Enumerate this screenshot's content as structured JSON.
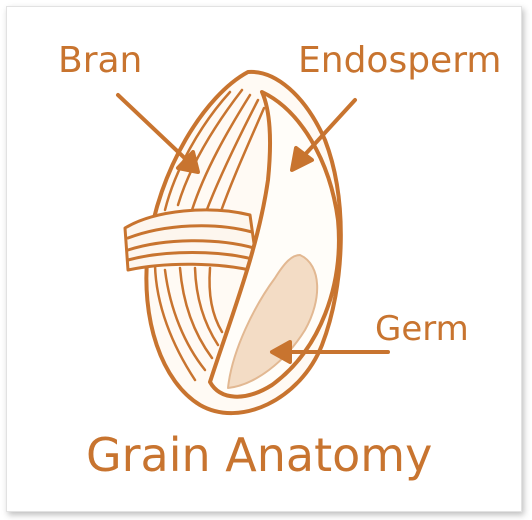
{
  "labels": {
    "bran": "Bran",
    "endosperm": "Endosperm",
    "germ": "Germ",
    "title": "Grain Anatomy"
  },
  "colors": {
    "stroke": "#c8742f",
    "fill_light": "#fbf3ea",
    "germ_fill": "#f3dcc5"
  },
  "icons": {
    "grain": "grain-kernel-icon"
  }
}
